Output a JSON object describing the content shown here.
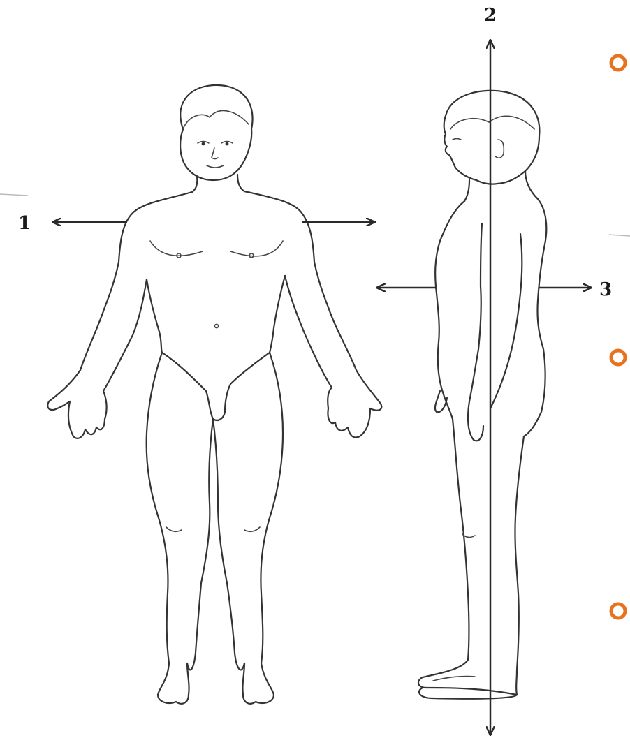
{
  "labels": {
    "axis_1": "1",
    "axis_2": "2",
    "axis_3": "3"
  },
  "figures": {
    "front": "anterior-view-figure",
    "side": "lateral-view-figure"
  },
  "colors": {
    "bullet": "#E8731E",
    "ink": "#2a2a2a"
  },
  "icons": {
    "bullet": "ring-bullet-icon",
    "arrow": "arrowhead-icon"
  }
}
